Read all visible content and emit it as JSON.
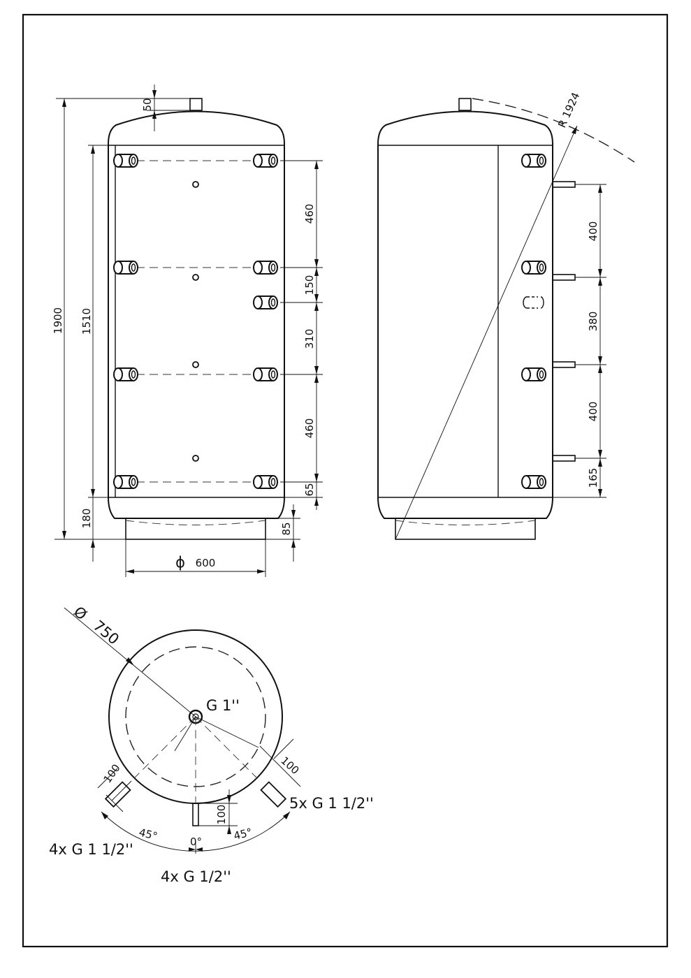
{
  "front_view": {
    "dim_total_height": "1900",
    "dim_body_height": "1510",
    "dim_top_nozzle": "50",
    "dim_foot": "180",
    "dim_base": "85",
    "dim_diameter_symbol": "ϕ",
    "dim_diameter_value": "600",
    "dim_spacings": [
      "460",
      "150",
      "310",
      "460",
      "65"
    ]
  },
  "side_view": {
    "dim_radius": "R 1924",
    "dim_spacings": [
      "400",
      "380",
      "400",
      "165"
    ]
  },
  "top_view": {
    "dim_diameter_symbol": "Ø",
    "dim_diameter_value": "750",
    "label_center": "G 1''",
    "dim_left_nozzle": "100",
    "dim_right_nozzle": "100",
    "dim_bottom_nozzle": "100",
    "angle_left": "45°",
    "angle_center": "0°",
    "angle_right": "45°",
    "label_right_group": "5x G 1 1/2''",
    "label_left_group": "4x G 1 1/2''",
    "label_bottom_group": "4x G 1/2''"
  }
}
